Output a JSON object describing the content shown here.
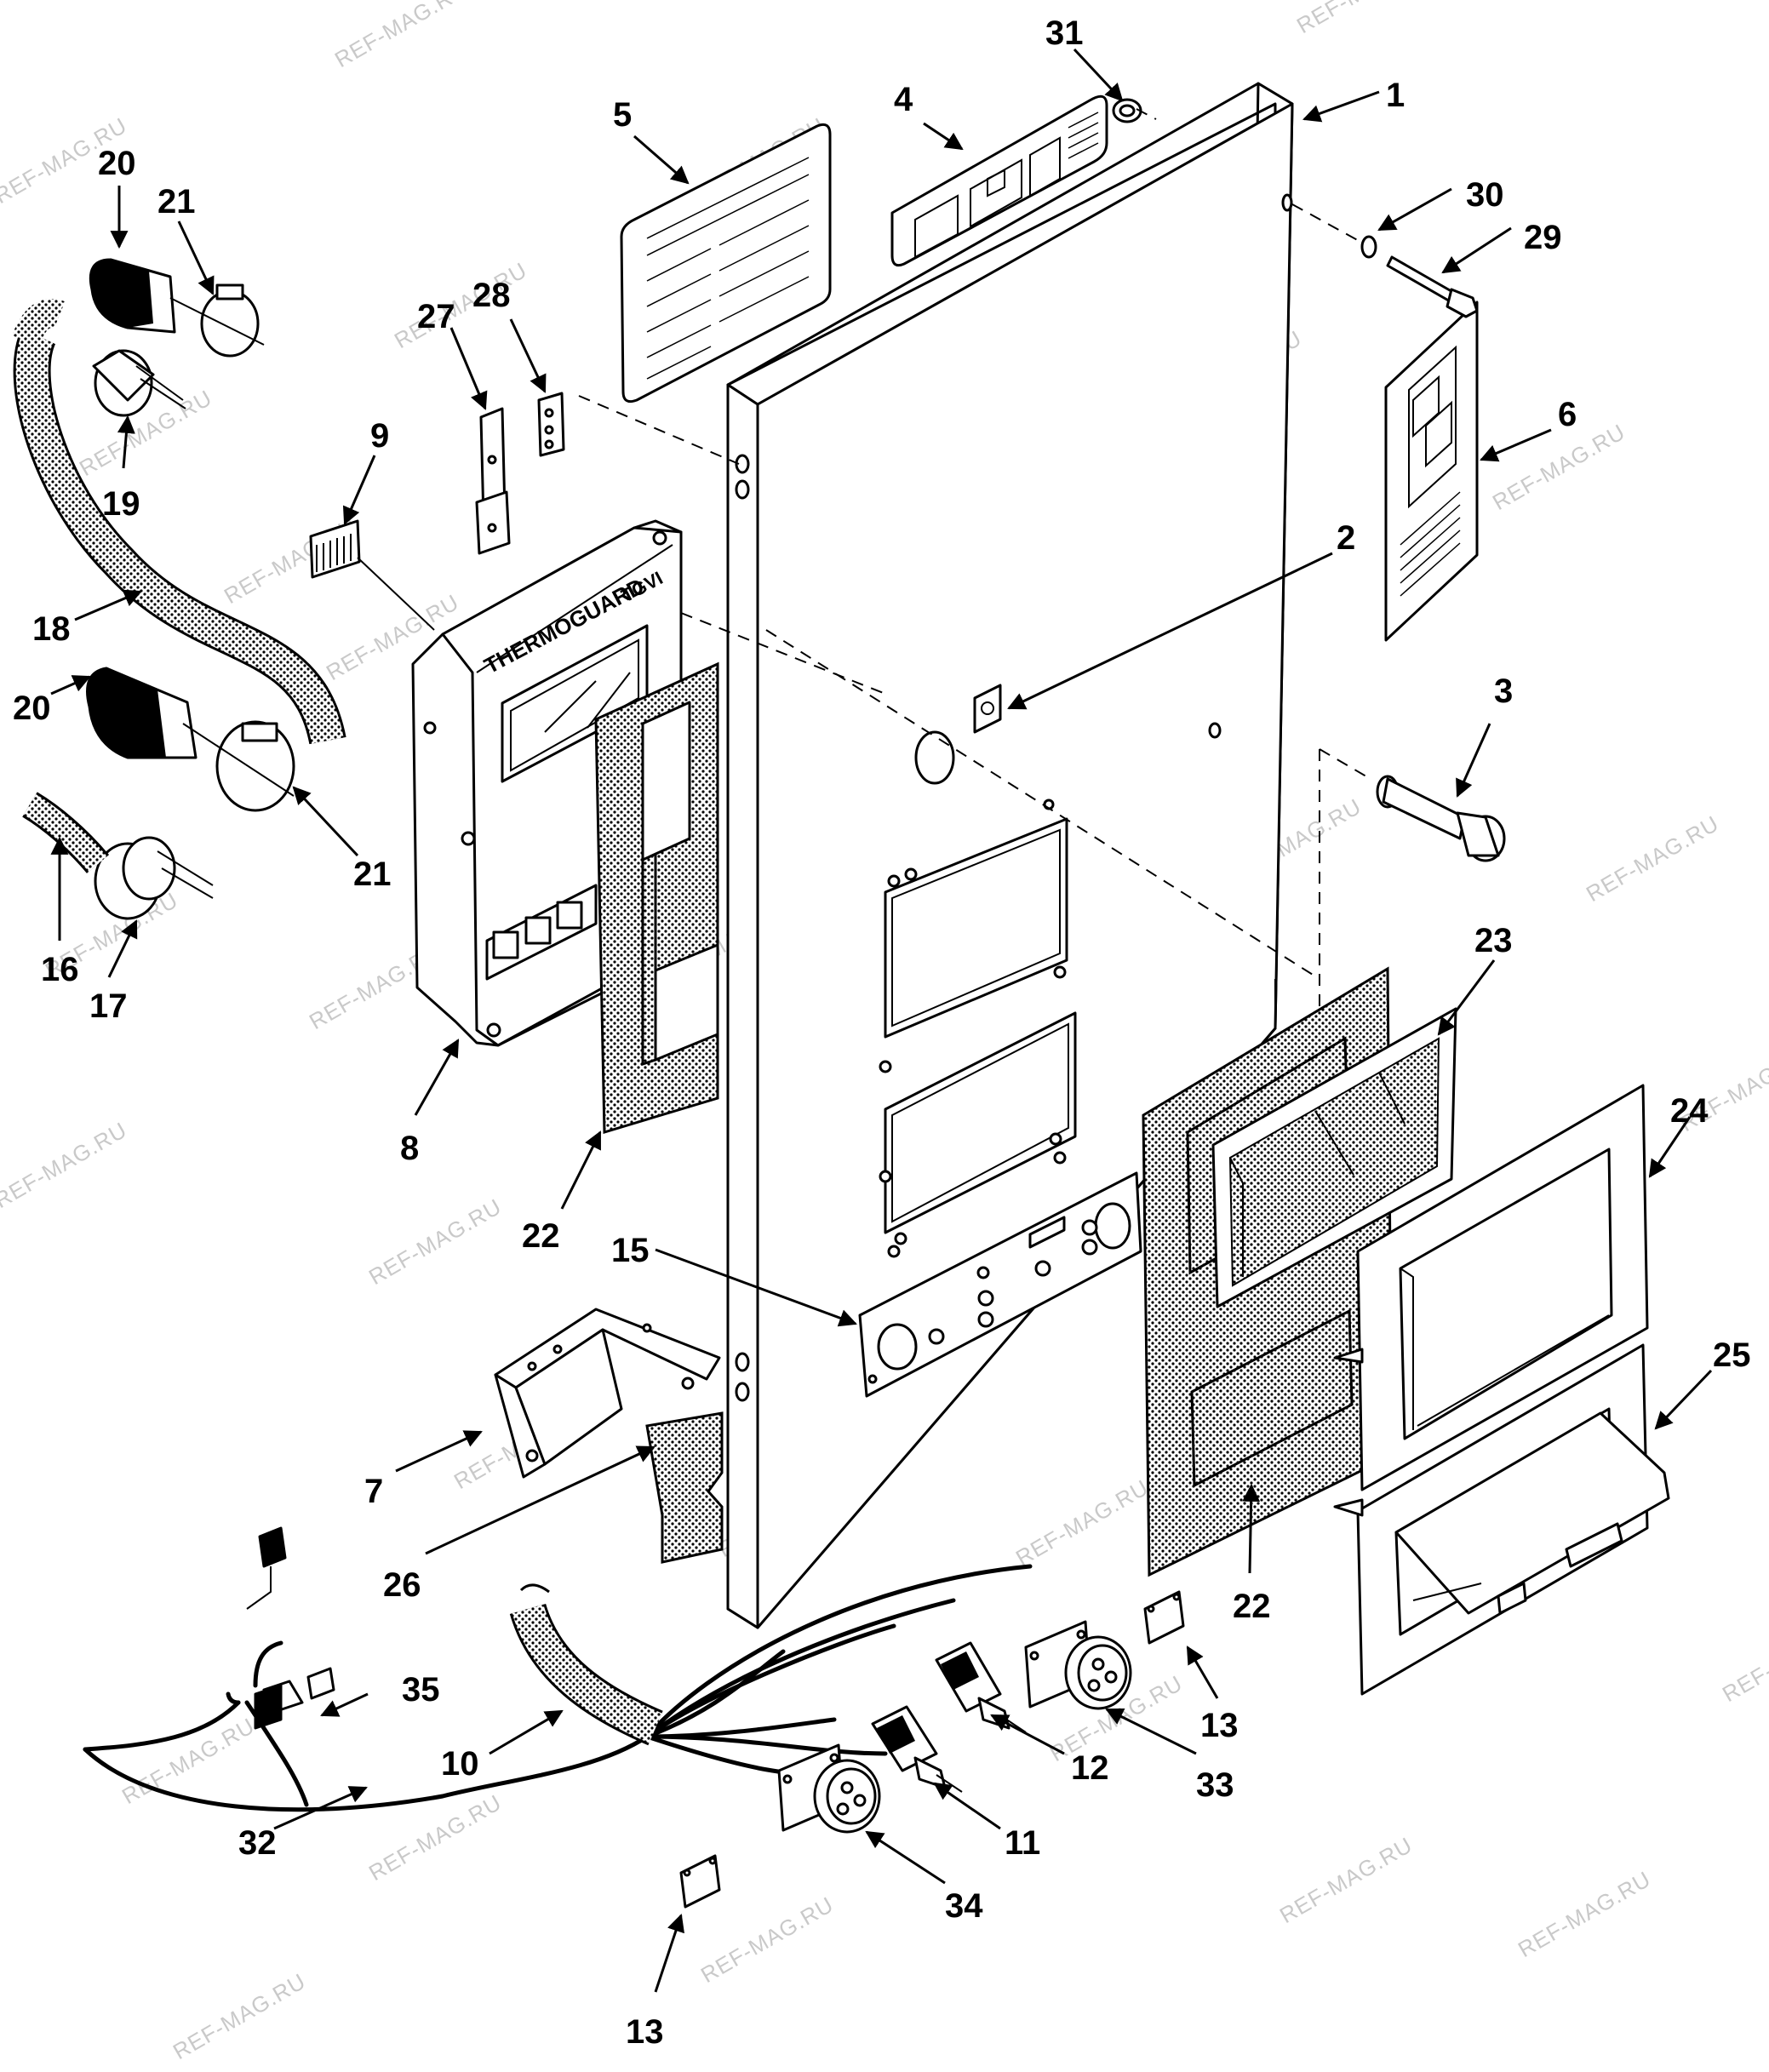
{
  "watermark": "REF-MAG.RU",
  "panel_text": {
    "brand": "THERMOGUARD",
    "model": "TGVI"
  },
  "callouts": [
    {
      "id": "c1",
      "label": "1"
    },
    {
      "id": "c2",
      "label": "2"
    },
    {
      "id": "c3",
      "label": "3"
    },
    {
      "id": "c4",
      "label": "4"
    },
    {
      "id": "c5",
      "label": "5"
    },
    {
      "id": "c6",
      "label": "6"
    },
    {
      "id": "c7",
      "label": "7"
    },
    {
      "id": "c8",
      "label": "8"
    },
    {
      "id": "c9",
      "label": "9"
    },
    {
      "id": "c10",
      "label": "10"
    },
    {
      "id": "c11",
      "label": "11"
    },
    {
      "id": "c12",
      "label": "12"
    },
    {
      "id": "c13a",
      "label": "13"
    },
    {
      "id": "c13b",
      "label": "13"
    },
    {
      "id": "c15",
      "label": "15"
    },
    {
      "id": "c16",
      "label": "16"
    },
    {
      "id": "c17",
      "label": "17"
    },
    {
      "id": "c18",
      "label": "18"
    },
    {
      "id": "c19",
      "label": "19"
    },
    {
      "id": "c20a",
      "label": "20"
    },
    {
      "id": "c20b",
      "label": "20"
    },
    {
      "id": "c21a",
      "label": "21"
    },
    {
      "id": "c21b",
      "label": "21"
    },
    {
      "id": "c22a",
      "label": "22"
    },
    {
      "id": "c22b",
      "label": "22"
    },
    {
      "id": "c23",
      "label": "23"
    },
    {
      "id": "c24",
      "label": "24"
    },
    {
      "id": "c25",
      "label": "25"
    },
    {
      "id": "c26",
      "label": "26"
    },
    {
      "id": "c27",
      "label": "27"
    },
    {
      "id": "c28",
      "label": "28"
    },
    {
      "id": "c29",
      "label": "29"
    },
    {
      "id": "c30",
      "label": "30"
    },
    {
      "id": "c31",
      "label": "31"
    },
    {
      "id": "c32",
      "label": "32"
    },
    {
      "id": "c33",
      "label": "33"
    },
    {
      "id": "c34",
      "label": "34"
    },
    {
      "id": "c35",
      "label": "35"
    }
  ]
}
